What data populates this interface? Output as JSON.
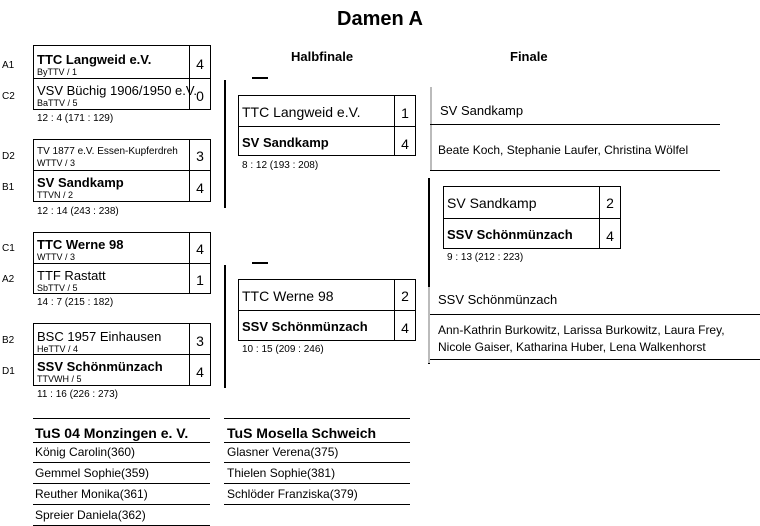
{
  "title": "Damen A",
  "headers": {
    "semi": "Halbfinale",
    "final": "Finale"
  },
  "quarterfinals": [
    {
      "top": {
        "seed": "A1",
        "name": "TTC Langweid e.V.",
        "assoc": "ByTTV / 1",
        "score": "4"
      },
      "bottom": {
        "seed": "C2",
        "name": "VSV Büchig 1906/1950 e.V.",
        "assoc": "BaTTV / 5",
        "score": "0"
      },
      "result": "12 : 4    (171 : 129)"
    },
    {
      "top": {
        "seed": "D2",
        "name": "TV 1877 e.V. Essen-Kupferdreh",
        "assoc": "WTTV / 3",
        "score": "3"
      },
      "bottom": {
        "seed": "B1",
        "name": "SV Sandkamp",
        "assoc": "TTVN / 2",
        "score": "4"
      },
      "result": "12 : 14    (243 : 238)"
    },
    {
      "top": {
        "seed": "C1",
        "name": "TTC Werne 98",
        "assoc": "WTTV / 3",
        "score": "4"
      },
      "bottom": {
        "seed": "A2",
        "name": "TTF Rastatt",
        "assoc": "SbTTV / 5",
        "score": "1"
      },
      "result": "14 : 7    (215 : 182)"
    },
    {
      "top": {
        "seed": "B2",
        "name": "BSC 1957 Einhausen",
        "assoc": "HeTTV / 4",
        "score": "3"
      },
      "bottom": {
        "seed": "D1",
        "name": "SSV Schönmünzach",
        "assoc": "TTVWH / 5",
        "score": "4"
      },
      "result": "11 : 16    (226 : 273)"
    }
  ],
  "semifinals": [
    {
      "top": {
        "name": "TTC Langweid e.V.",
        "score": "1"
      },
      "bottom": {
        "name": "SV Sandkamp",
        "score": "4"
      },
      "result": "8 : 12    (193 : 208)"
    },
    {
      "top": {
        "name": "TTC Werne 98",
        "score": "2"
      },
      "bottom": {
        "name": "SSV Schönmünzach",
        "score": "4"
      },
      "result": "10 : 15    (209 : 246)"
    }
  ],
  "final": {
    "top": {
      "name": "SV Sandkamp",
      "score": "2"
    },
    "bottom": {
      "name": "SSV Schönmünzach",
      "score": "4"
    },
    "result": "9 : 13    (212 : 223)"
  },
  "finalists": [
    {
      "team": "SV Sandkamp",
      "players": "Beate Koch, Stephanie Laufer, Christina Wölfel"
    },
    {
      "team": "SSV Schönmünzach",
      "players_line1": "Ann-Kathrin Burkowitz, Larissa Burkowitz, Laura Frey,",
      "players_line2": "Nicole Gaiser, Katharina Huber, Lena Walkenhorst"
    }
  ],
  "rosters": [
    {
      "team": "TuS 04 Monzingen e. V.",
      "players": [
        "König Carolin(360)",
        "Gemmel Sophie(359)",
        "Reuther Monika(361)",
        "Spreier Daniela(362)"
      ]
    },
    {
      "team": "TuS Mosella Schweich",
      "players": [
        "Glasner Verena(375)",
        "Thielen Sophie(381)",
        "Schlöder Franziska(379)"
      ]
    }
  ]
}
